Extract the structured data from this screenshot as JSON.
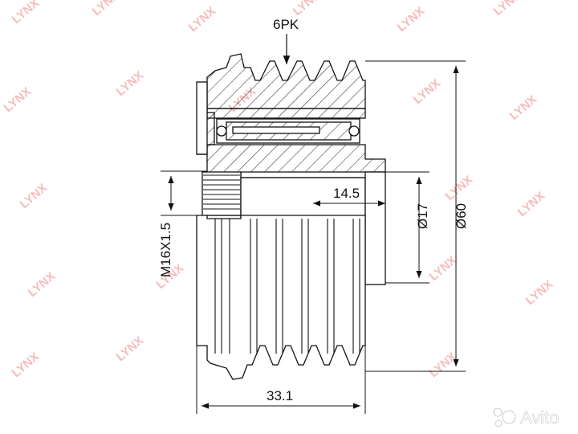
{
  "watermark": {
    "text": "LYNX",
    "color": "#f2a8a8"
  },
  "dimensions": {
    "belt_profile": "6PK",
    "thread": "M16X1.5",
    "length_overall": "33.1",
    "hub_length": "14.5",
    "inner_diameter": "Ø17",
    "outer_diameter": "Ø60"
  },
  "badge": {
    "text": "Avito"
  },
  "colors": {
    "line": "#111111",
    "background": "#ffffff"
  }
}
